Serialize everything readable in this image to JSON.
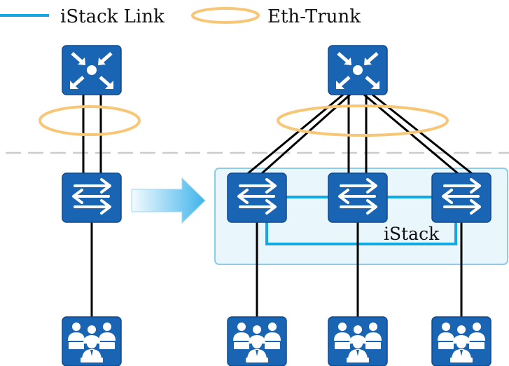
{
  "legend": {
    "istack_link_label": "iStack Link",
    "eth_trunk_label": "Eth-Trunk"
  },
  "stack": {
    "label": "iStack"
  },
  "colors": {
    "device_blue": "#1a64b4",
    "device_border": "#0e4a8c",
    "istack_link": "#12a8e4",
    "eth_trunk": "#f7c777",
    "stack_fill": "#e9f6fb",
    "stack_border": "#8ccbe9",
    "dashed_separator": "#cccccc",
    "link_black": "#000000",
    "arrow_gradient_start": "#eaf6fd",
    "arrow_gradient_end": "#3fb4ea"
  },
  "devices": {
    "left": {
      "core_router_icon": "router-icon",
      "switch_icon": "switch-icon",
      "user_group_icon": "user-group-icon"
    },
    "right": {
      "core_router_icon": "router-icon",
      "switch_icon": "switch-icon",
      "user_group_icon": "user-group-icon",
      "switch_count": 3
    }
  },
  "transition_icon": "right-arrow-icon"
}
